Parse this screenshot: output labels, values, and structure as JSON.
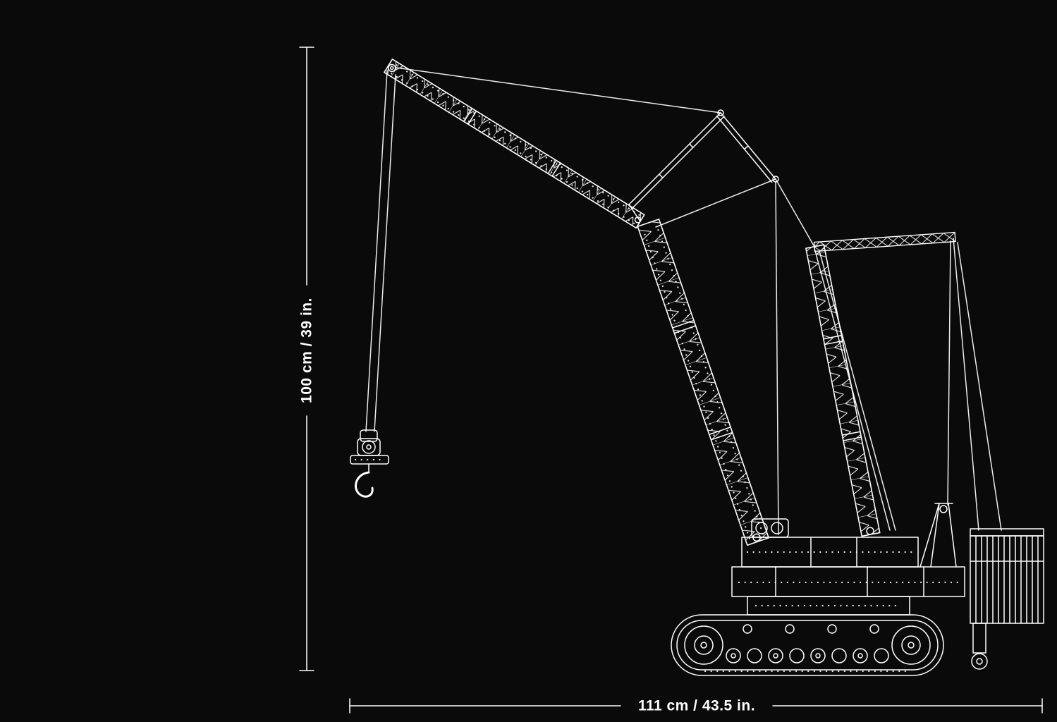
{
  "figure": {
    "title": "crawler-crane-dimension-diagram",
    "dimensions": {
      "height_label": "100 cm / 39 in.",
      "width_label": "111 cm / 43.5 in."
    }
  },
  "colors": {
    "background": "#0a0a0b",
    "line": "#ffffff"
  },
  "illustration": {
    "type": "line-art",
    "subject": "crawler crane with lattice boom, luffing jib, derrick mast, hook block, crawler tracks and suspended counterweight tray",
    "parts": [
      "luffing-jib",
      "main-boom",
      "jib-strut",
      "derrick-mast",
      "upper-truss",
      "hoist-cables",
      "pendant-cables",
      "hook-block",
      "superstructure",
      "crawler-tracks",
      "counterweight-tray"
    ]
  }
}
